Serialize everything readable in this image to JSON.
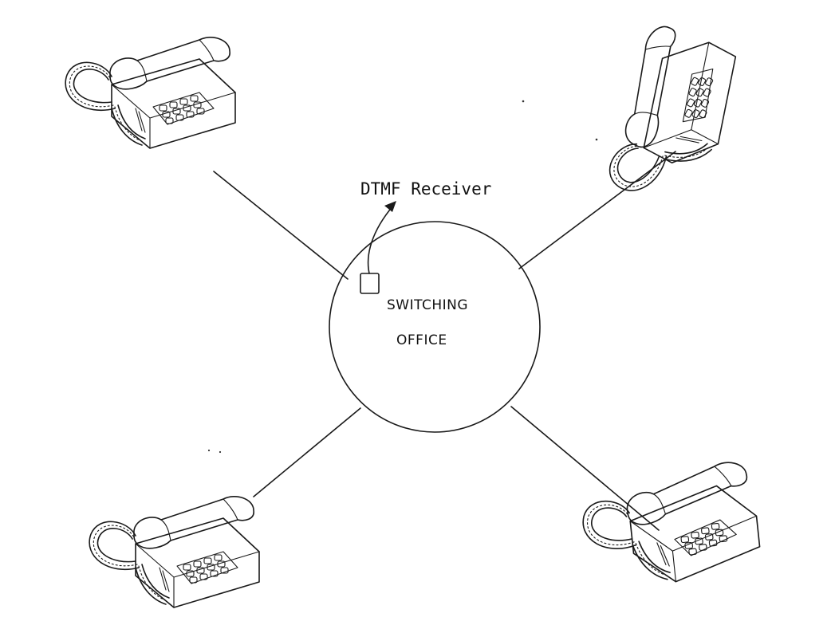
{
  "labels": {
    "receiver": "DTMF Receiver",
    "office_line1": "SWITCHING",
    "office_line2": "OFFICE"
  },
  "nodes": [
    {
      "id": "telephone-top-left",
      "type": "telephone"
    },
    {
      "id": "telephone-top-right",
      "type": "telephone"
    },
    {
      "id": "telephone-bottom-left",
      "type": "telephone"
    },
    {
      "id": "telephone-bottom-right",
      "type": "telephone"
    },
    {
      "id": "switching-office",
      "type": "hub"
    }
  ],
  "edges": [
    {
      "from": "telephone-top-left",
      "to": "switching-office"
    },
    {
      "from": "telephone-top-right",
      "to": "switching-office"
    },
    {
      "from": "telephone-bottom-left",
      "to": "switching-office"
    },
    {
      "from": "telephone-bottom-right",
      "to": "switching-office"
    }
  ]
}
